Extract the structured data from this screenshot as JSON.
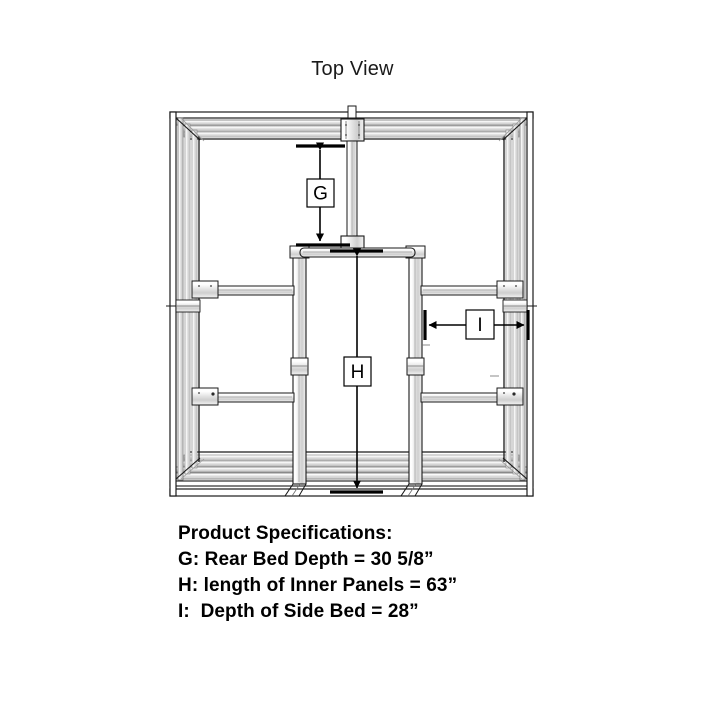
{
  "title": "Top View",
  "view_label": "Top View",
  "specs": {
    "heading": "Product Specifications:",
    "items": [
      {
        "key": "G",
        "text": "G: Rear Bed Depth = 30 5/8”",
        "label": "Rear Bed Depth",
        "value": "30 5/8”"
      },
      {
        "key": "H",
        "text": "H: length of Inner Panels = 63”",
        "label": "length of Inner Panels",
        "value": "63”"
      },
      {
        "key": "I",
        "text": "I:  Depth of Side Bed = 28”",
        "label": "Depth of Side Bed",
        "value": "28”"
      }
    ]
  },
  "dimensions": {
    "g": {
      "letter": "G",
      "orientation": "vertical",
      "measures": "Rear Bed Depth"
    },
    "h": {
      "letter": "H",
      "orientation": "vertical",
      "measures": "length of Inner Panels"
    },
    "i": {
      "letter": "I",
      "orientation": "horizontal",
      "measures": "Depth of Side Bed"
    }
  },
  "colors": {
    "background": "#ffffff",
    "line": "#1a1a1a",
    "line_light": "#8c8c8c",
    "line_mid": "#5a5a5a",
    "fill_light": "#f2f2f2",
    "fill_shade": "#d8d8d8",
    "text": "#000000",
    "title_text": "#1a1a1a"
  },
  "drawing": {
    "name": "rack-frame-top-view",
    "parts": [
      "outer-frame",
      "left-inner-panel",
      "right-inner-panel",
      "center-spine",
      "top-rail",
      "bottom-rail",
      "left-cross-rail-upper",
      "left-cross-rail-lower",
      "right-cross-rail-upper",
      "right-cross-rail-lower",
      "corner-braces",
      "bracket-fittings"
    ]
  }
}
